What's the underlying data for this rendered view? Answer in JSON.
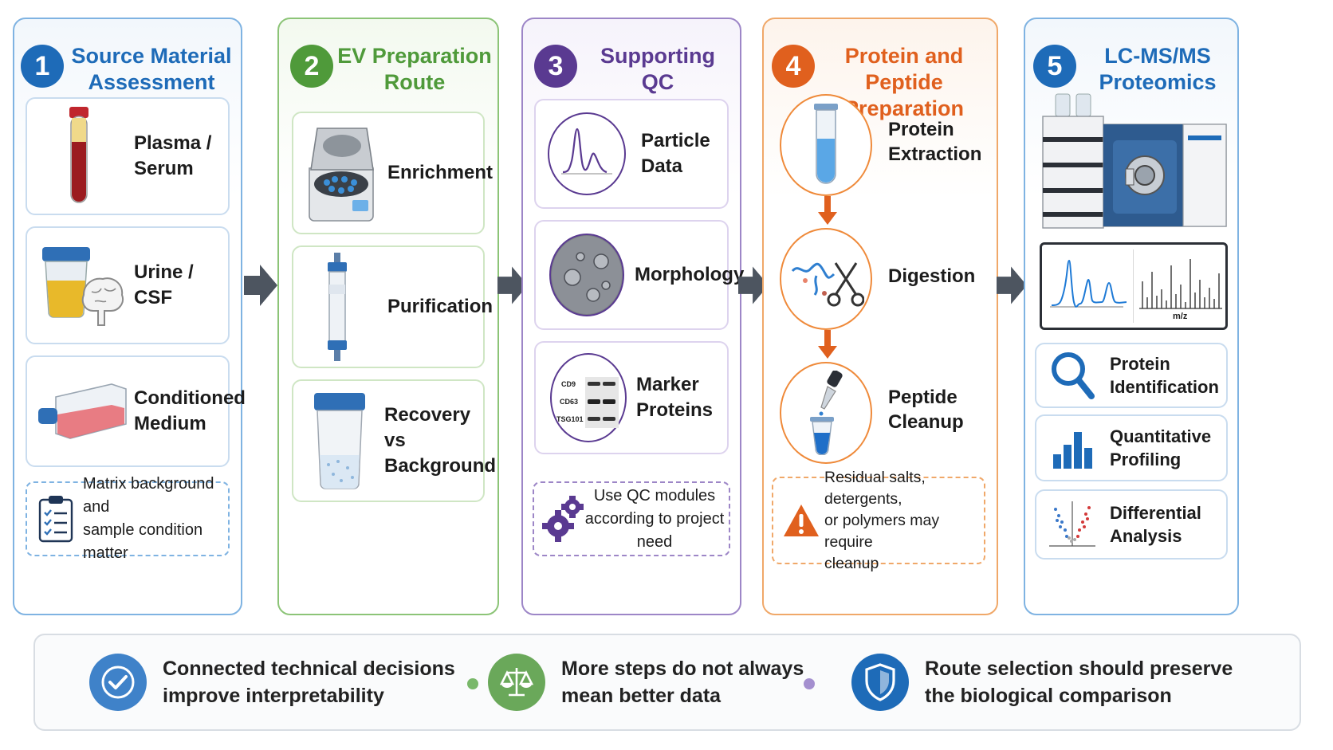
{
  "colors": {
    "blue": "#1e6bb8",
    "green": "#4f9a3a",
    "purple": "#5a3a91",
    "orange": "#e0601e",
    "blue_border": "#7fb3e2",
    "green_border": "#8cc477",
    "purple_border": "#9d86c7",
    "orange_border": "#f0a869"
  },
  "columns": [
    {
      "number": "1",
      "title": "Source Material\nAssessment",
      "cards": [
        {
          "label": "Plasma /\nSerum",
          "icon": "blood-tube-icon"
        },
        {
          "label": "Urine /\nCSF",
          "icon": "urine-cup-brain-icon"
        },
        {
          "label": "Conditioned\nMedium",
          "icon": "cell-culture-flask-icon"
        }
      ],
      "note": {
        "text": "Matrix background and\nsample condition matter",
        "icon": "checklist-icon"
      }
    },
    {
      "number": "2",
      "title": "EV Preparation\nRoute",
      "cards": [
        {
          "label": "Enrichment",
          "icon": "centrifuge-icon"
        },
        {
          "label": "Purification",
          "icon": "chromatography-column-icon"
        },
        {
          "label": "Recovery vs\nBackground",
          "icon": "sample-container-icon"
        }
      ]
    },
    {
      "number": "3",
      "title": "Supporting\nQC",
      "cards": [
        {
          "label": "Particle\nData",
          "icon": "particle-size-plot-icon"
        },
        {
          "label": "Morphology",
          "icon": "micrograph-icon"
        },
        {
          "label": "Marker\nProteins",
          "icon": "western-blot-icon",
          "blot_labels": [
            "CD9",
            "CD63",
            "TSG101"
          ]
        }
      ],
      "note": {
        "text": "Use QC modules\naccording to project need",
        "icon": "gears-icon"
      }
    },
    {
      "number": "4",
      "title": "Protein and Peptide\nPreparation",
      "steps": [
        {
          "label": "Protein\nExtraction",
          "icon": "test-tube-icon"
        },
        {
          "label": "Digestion",
          "icon": "scissors-protein-icon"
        },
        {
          "label": "Peptide\nCleanup",
          "icon": "dropper-tube-icon"
        }
      ],
      "note": {
        "text": "Residual salts, detergents,\nor polymers may require\ncleanup",
        "icon": "warning-icon"
      }
    },
    {
      "number": "5",
      "title": "LC-MS/MS\nProteomics",
      "spectrum_axis_label": "m/z",
      "cards": [
        {
          "label": "Protein\nIdentification",
          "icon": "magnifier-icon"
        },
        {
          "label": "Quantitative\nProfiling",
          "icon": "bar-chart-icon"
        },
        {
          "label": "Differential\nAnalysis",
          "icon": "volcano-plot-icon"
        }
      ]
    }
  ],
  "footer": [
    {
      "text": "Connected technical decisions\nimprove interpretability",
      "icon": "check-circle-icon"
    },
    {
      "text": "More steps do not always\nmean better data",
      "icon": "balance-scale-icon"
    },
    {
      "text": "Route selection should preserve\nthe biological comparison",
      "icon": "shield-icon"
    }
  ]
}
